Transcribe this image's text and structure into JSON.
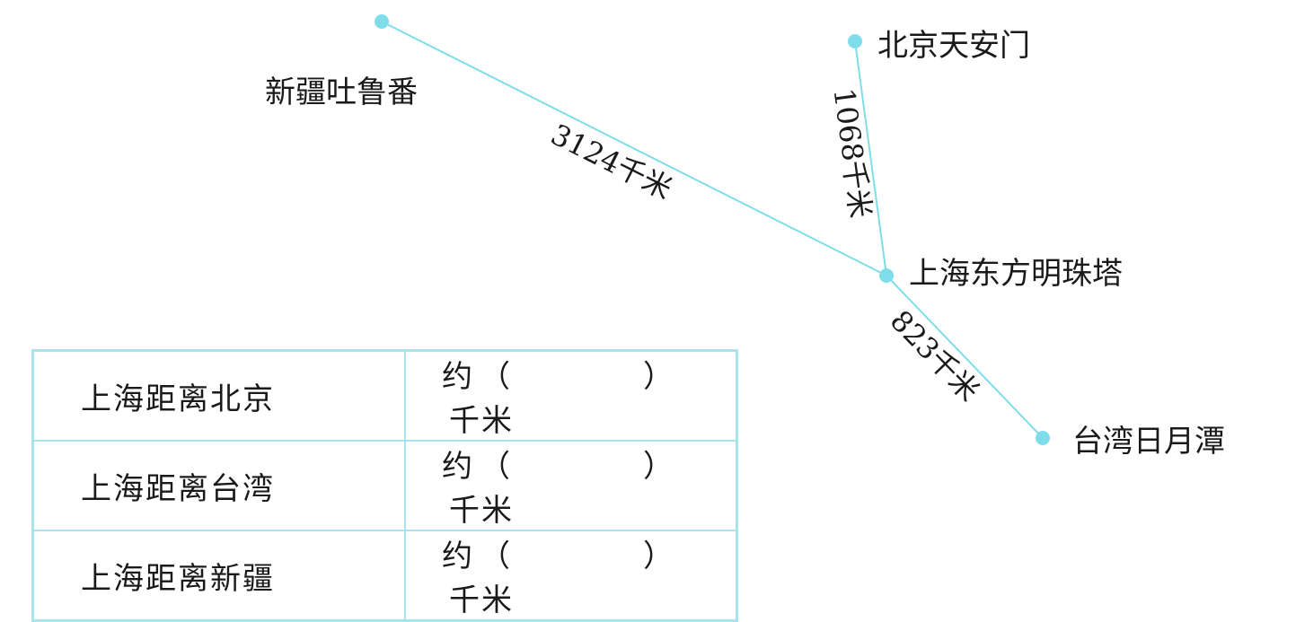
{
  "colors": {
    "line": "#7fdde9",
    "dot": "#7fdde9",
    "table_border": "#a9e3ee",
    "text": "#1a1a1a"
  },
  "places": {
    "xinjiang": "新疆吐鲁番",
    "beijing": "北京天安门",
    "shanghai": "上海东方明珠塔",
    "taiwan": "台湾日月潭"
  },
  "distances": {
    "shanghai_xinjiang": "3124千米",
    "shanghai_beijing": "1068千米",
    "shanghai_taiwan": "823千米"
  },
  "table": {
    "rows": [
      {
        "label": "上海距离北京",
        "prefix": "约",
        "open": "（",
        "close": "）",
        "unit": "千米"
      },
      {
        "label": "上海距离台湾",
        "prefix": "约",
        "open": "（",
        "close": "）",
        "unit": "千米"
      },
      {
        "label": "上海距离新疆",
        "prefix": "约",
        "open": "（",
        "close": "）",
        "unit": "千米"
      }
    ]
  }
}
